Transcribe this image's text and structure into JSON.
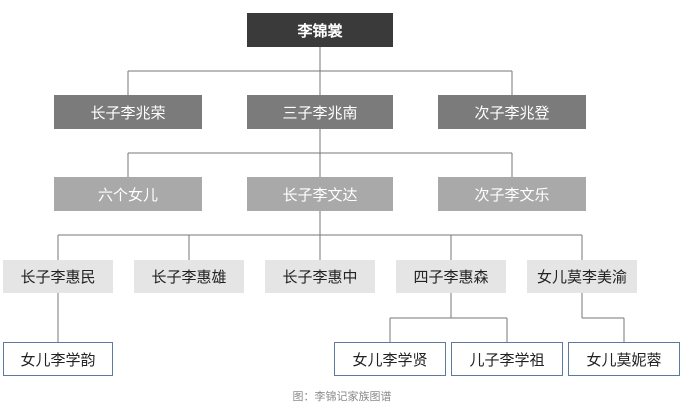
{
  "root": "李锦裳",
  "gen2": {
    "eldest": "长子李兆荣",
    "third": "三子李兆南",
    "second": "次子李兆登"
  },
  "gen3": {
    "daughters": "六个女儿",
    "eldest": "长子李文达",
    "second": "次子李文乐"
  },
  "gen4": {
    "first": "长子李惠民",
    "second": "长子李惠雄",
    "third": "长子李惠中",
    "fourth": "四子李惠森",
    "fifth": "女儿莫李美渝"
  },
  "gen5": {
    "a": "女儿李学韵",
    "b": "女儿李学贤",
    "c": "儿子李学祖",
    "d": "女儿莫妮蓉"
  },
  "caption": "图：李锦记家族图谱",
  "colors": {
    "root": "#3a3a3a",
    "gen2": "#7b7b7b",
    "gen3": "#a9a9a9",
    "gen4": "#e5e5e5",
    "gen5_border": "#5b7a9d",
    "connector": "#777777"
  }
}
